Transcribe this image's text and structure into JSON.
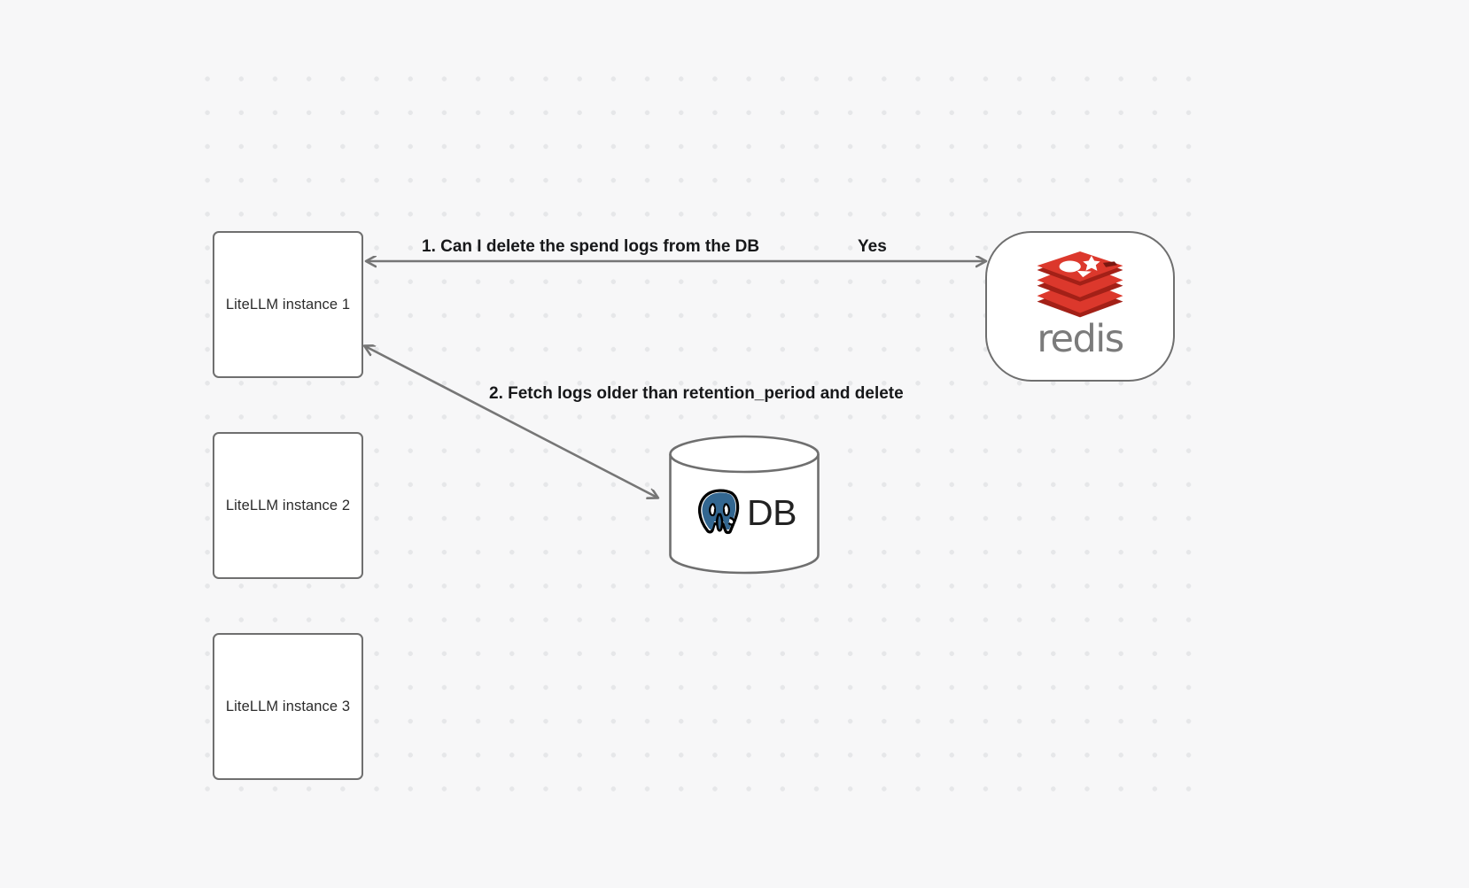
{
  "diagram": {
    "background_color": "#f7f7f8",
    "grid": "dotted",
    "nodes": [
      {
        "id": "instance-1",
        "label": "LiteLLM instance 1",
        "shape": "rounded-rect"
      },
      {
        "id": "instance-2",
        "label": "LiteLLM instance 2",
        "shape": "rounded-rect"
      },
      {
        "id": "instance-3",
        "label": "LiteLLM instance 3",
        "shape": "rounded-rect"
      },
      {
        "id": "redis",
        "label": "redis",
        "shape": "stadium",
        "logo": "redis-logo",
        "logo_color": "#d82c20"
      },
      {
        "id": "db",
        "label": "DB",
        "shape": "cylinder",
        "logo": "postgresql-elephant-logo",
        "logo_color": "#336791"
      }
    ],
    "edges": [
      {
        "id": "edge-1",
        "from": "instance-1",
        "to": "redis",
        "label": "1.  Can I delete the spend logs from the DB",
        "reply_label": "Yes",
        "direction": "bidirectional"
      },
      {
        "id": "edge-2",
        "from": "instance-1",
        "to": "db",
        "label": "2.  Fetch logs older than retention_period and delete",
        "direction": "bidirectional"
      }
    ],
    "stroke_color": "#767676",
    "label_color": "#17181a"
  }
}
